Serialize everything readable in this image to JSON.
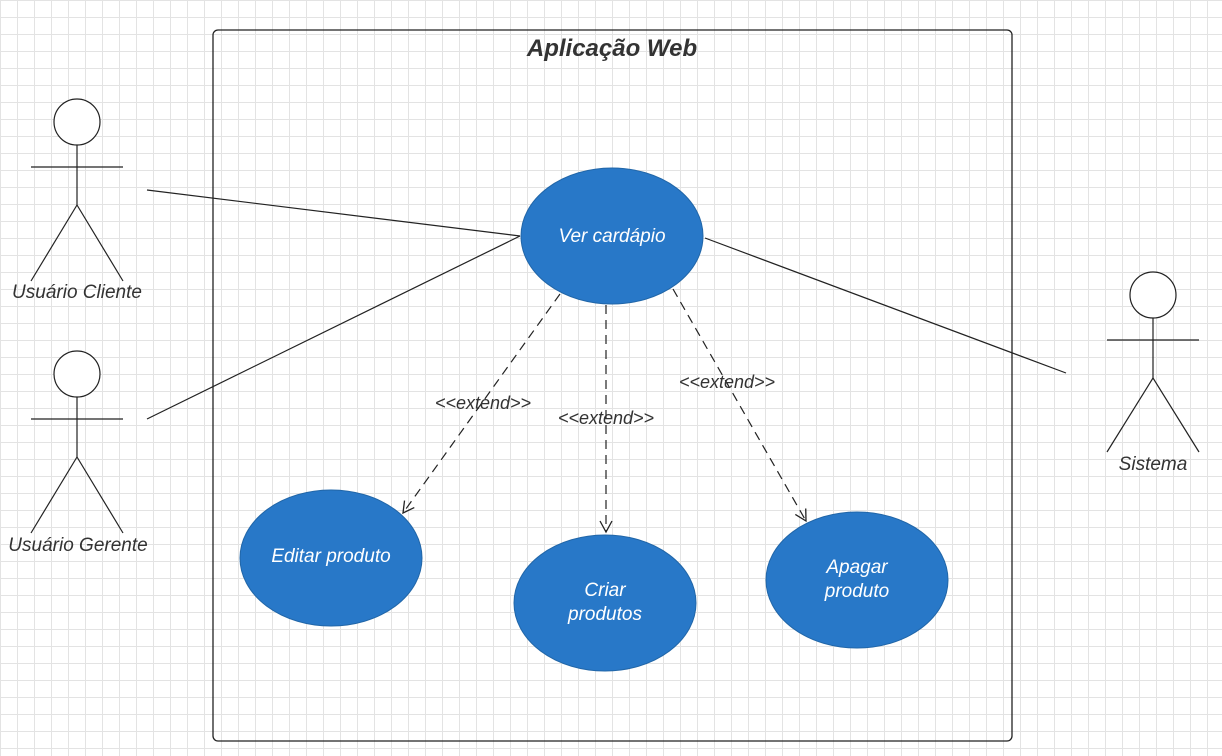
{
  "system": {
    "title": "Aplicação Web"
  },
  "actors": {
    "cliente": "Usuário Cliente",
    "gerente": "Usuário Gerente",
    "sistema": "Sistema"
  },
  "use_cases": {
    "ver_cardapio": "Ver cardápio",
    "editar_produto": "Editar produto",
    "criar_produtos": [
      "Criar",
      "produtos"
    ],
    "apagar_produto": [
      "Apagar",
      "produto"
    ]
  },
  "relations": {
    "extend_editar": "<<extend>>",
    "extend_criar": "<<extend>>",
    "extend_apagar": "<<extend>>"
  },
  "colors": {
    "use_case_fill": "#2878c8",
    "line": "#222222"
  }
}
